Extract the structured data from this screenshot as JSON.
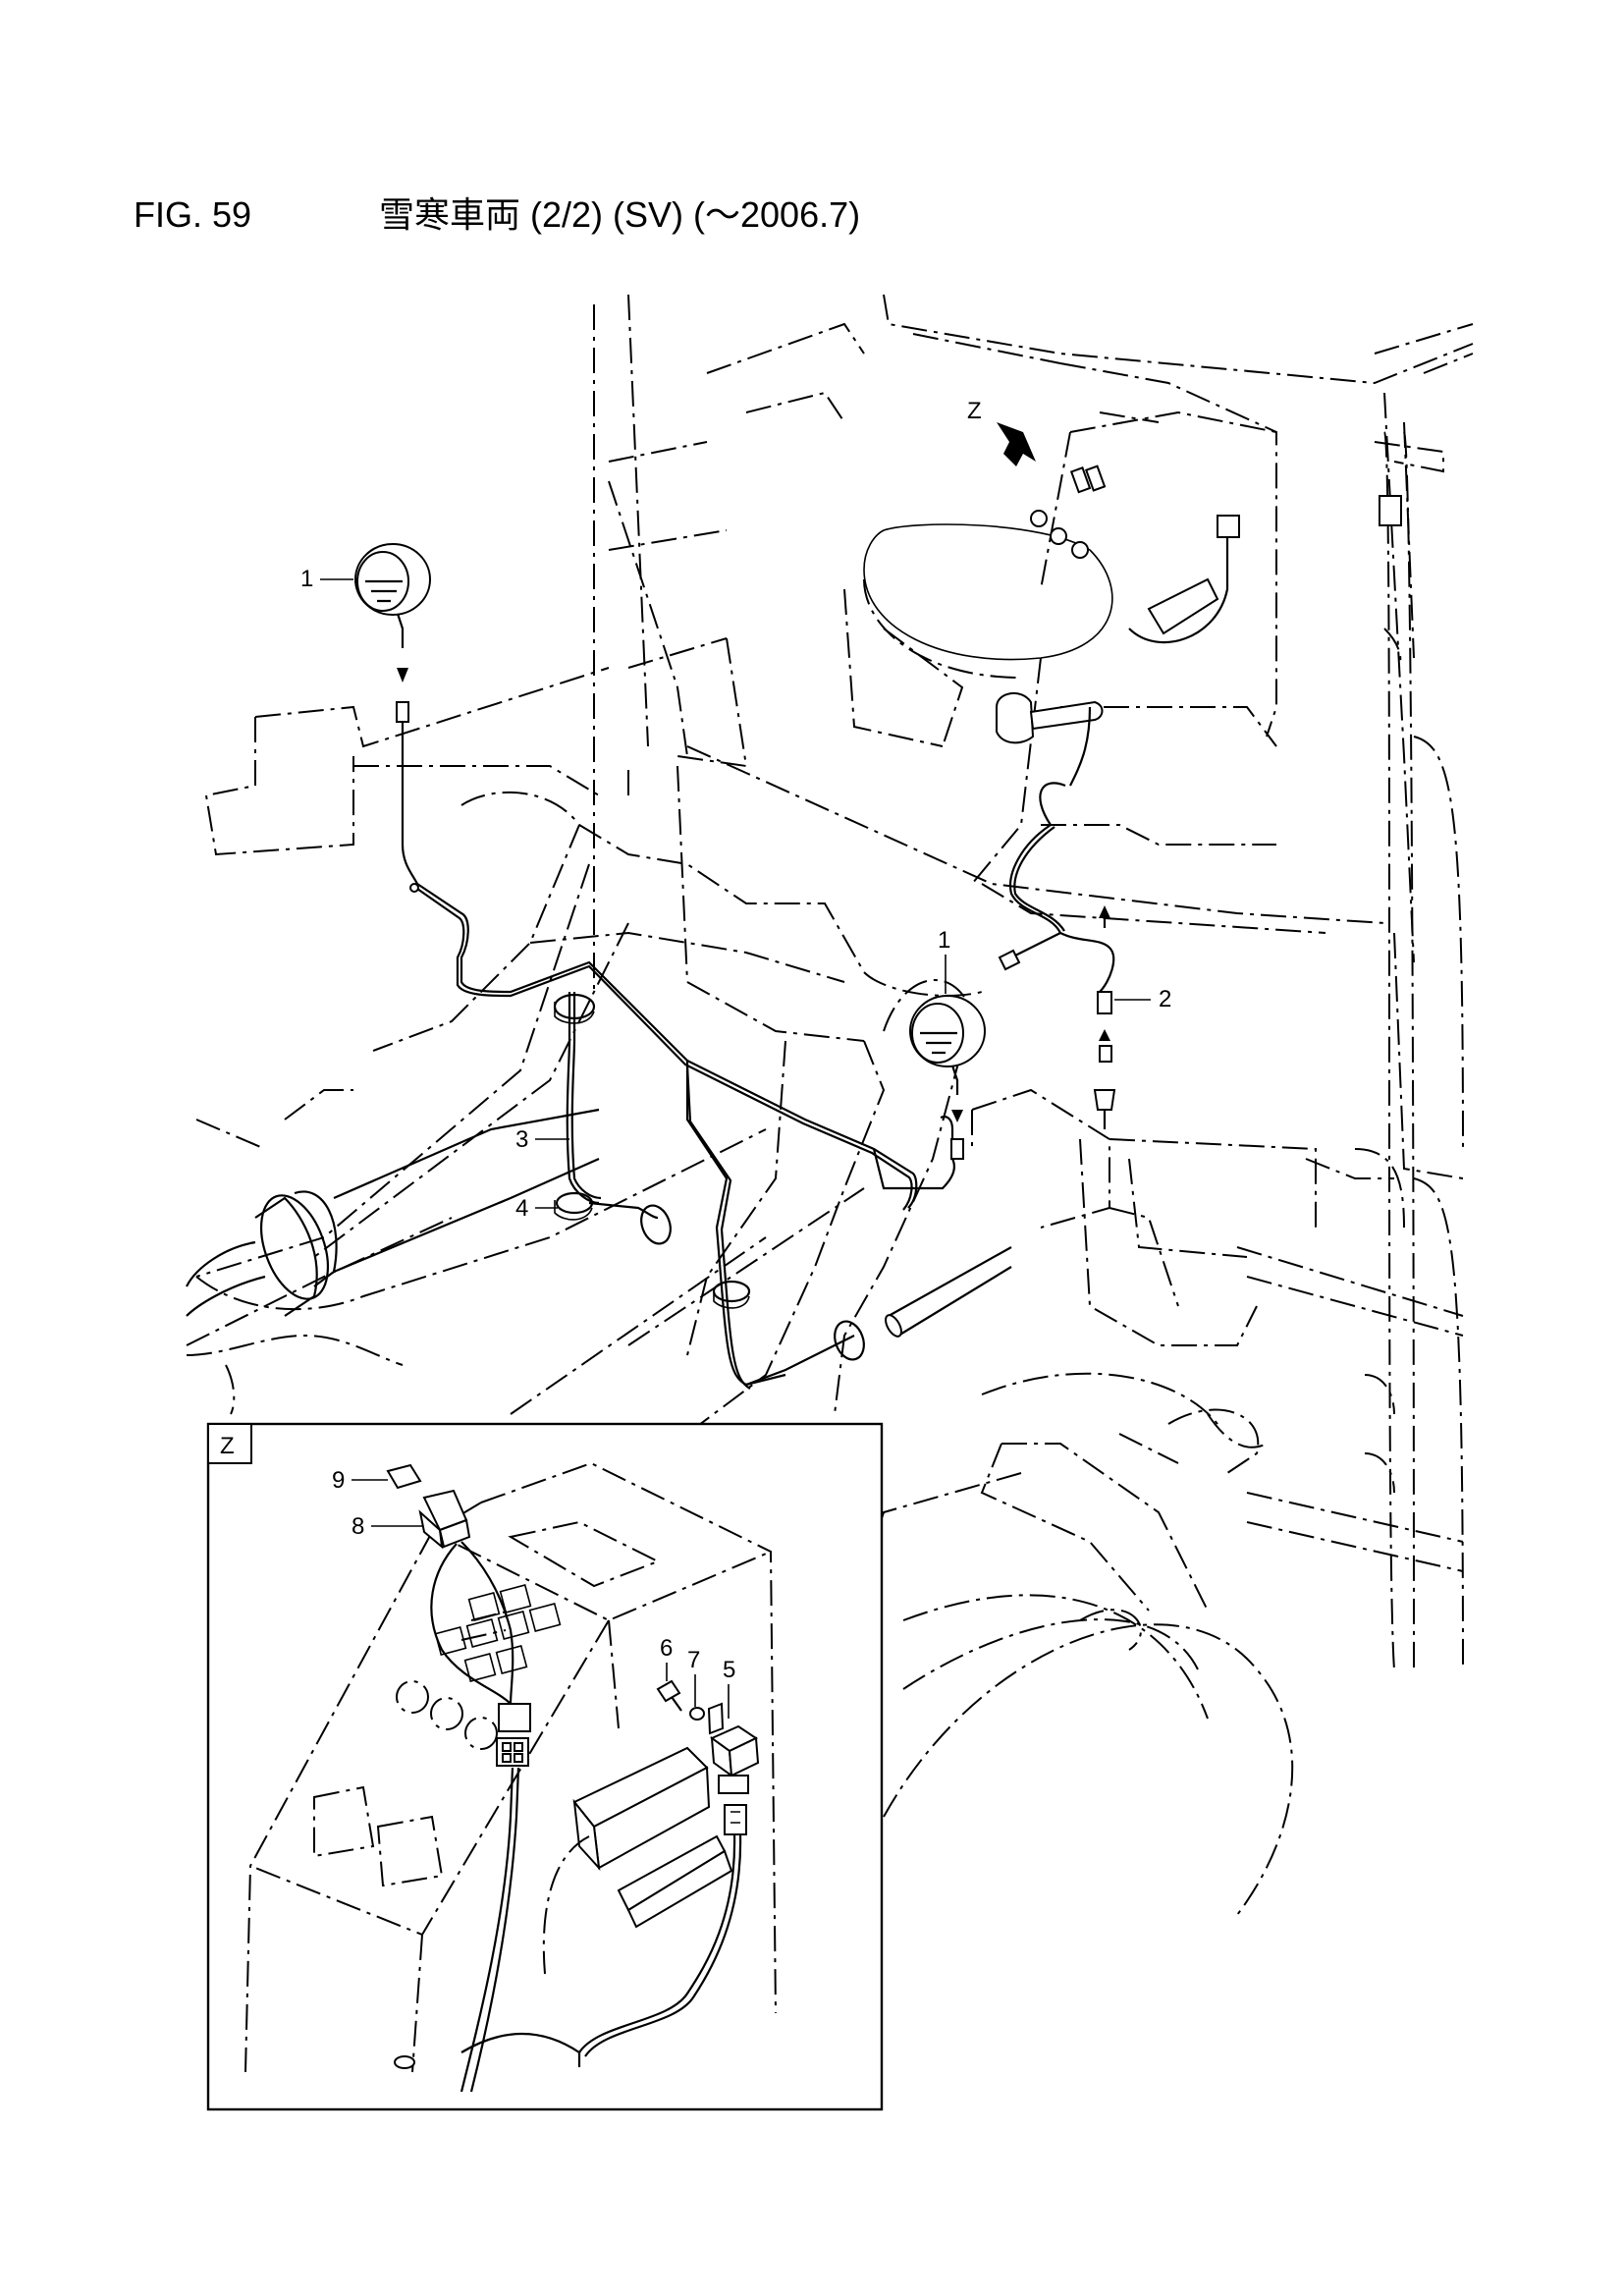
{
  "header": {
    "figure_label": "FIG. 59",
    "figure_title": "雪寒車両 (2/2) (SV) (～2006.7)"
  },
  "detail_view": {
    "label": "Z"
  },
  "callouts": {
    "main": [
      {
        "id": "lamp-left",
        "text": "1"
      },
      {
        "id": "lamp-right",
        "text": "1"
      },
      {
        "id": "harness-upper",
        "text": "2"
      },
      {
        "id": "harness-main",
        "text": "3"
      },
      {
        "id": "clamp",
        "text": "4"
      },
      {
        "id": "view-z-marker",
        "text": "Z"
      }
    ],
    "detail": [
      {
        "id": "relay",
        "text": "5"
      },
      {
        "id": "bolt",
        "text": "6"
      },
      {
        "id": "washer",
        "text": "7"
      },
      {
        "id": "switch",
        "text": "8"
      },
      {
        "id": "label-plate",
        "text": "9"
      }
    ]
  }
}
